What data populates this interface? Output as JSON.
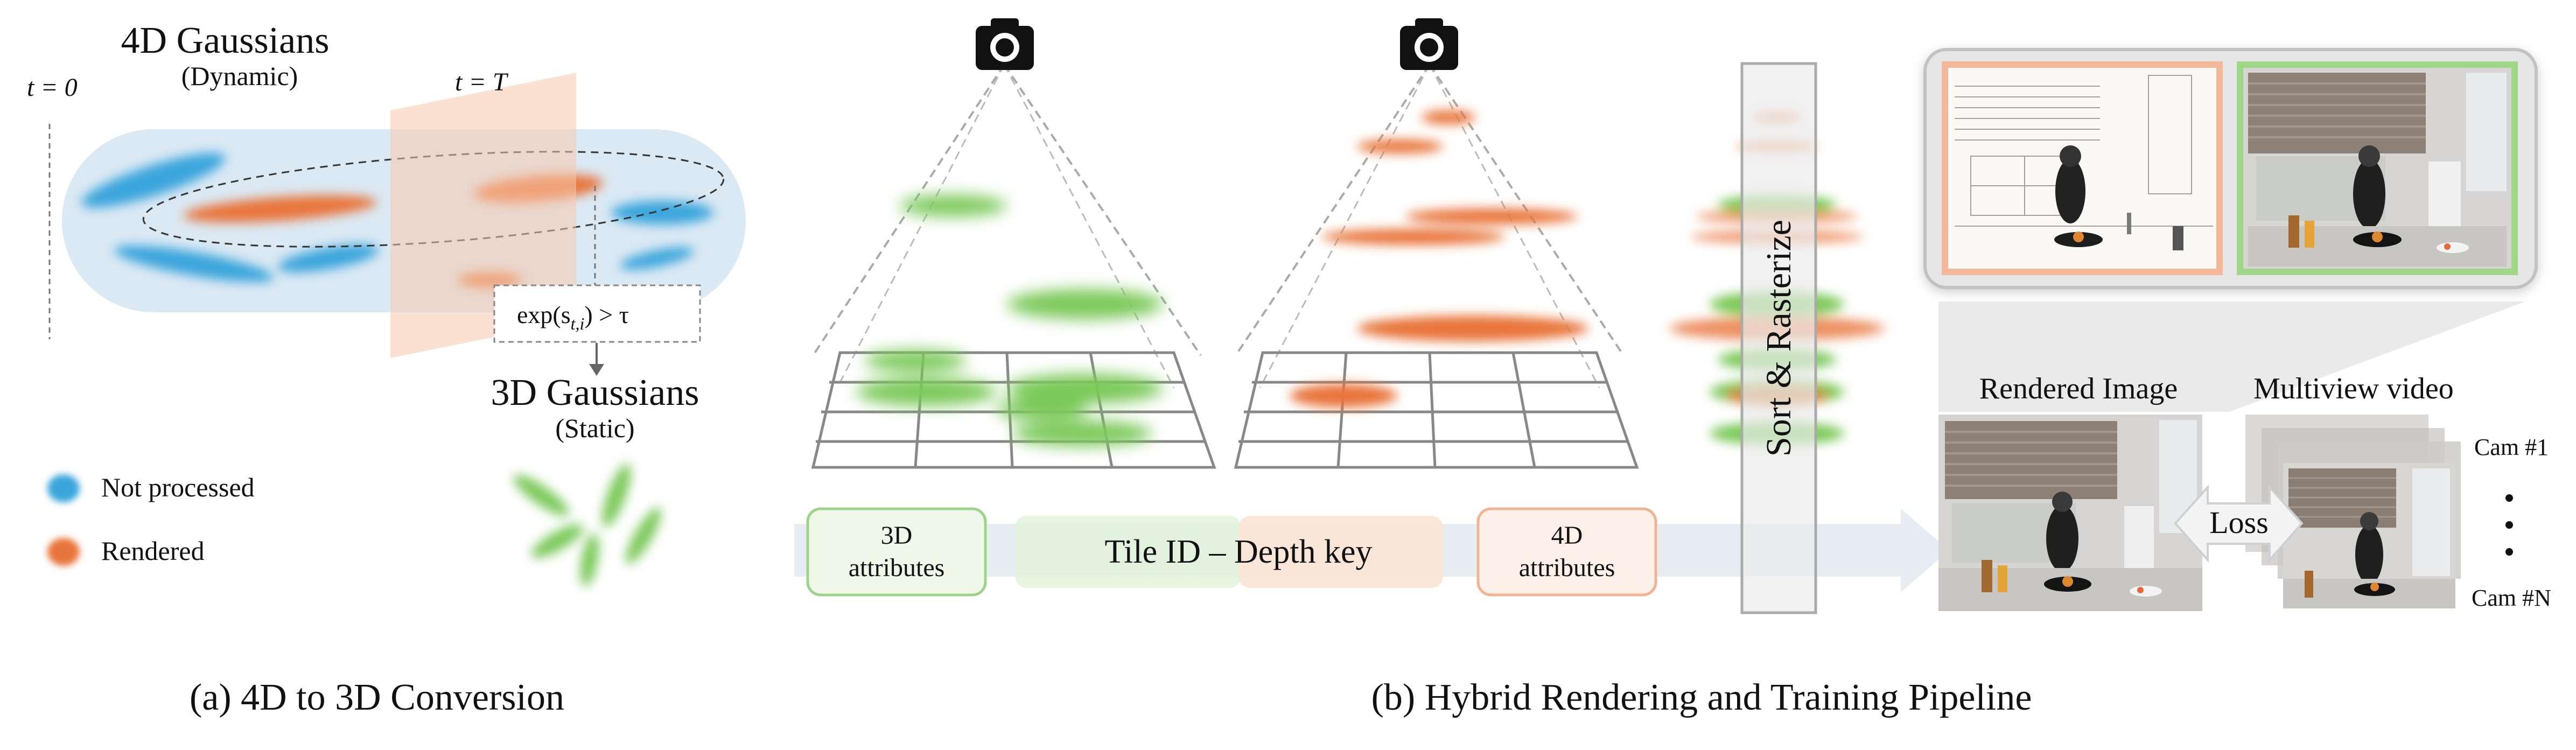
{
  "left": {
    "title": "4D Gaussians",
    "subtitle": "(Dynamic)",
    "t0": "t = 0",
    "tT": "t = T",
    "threshold": "exp(s",
    "threshold_sub": "t,i",
    "threshold_rest": ") > τ",
    "static_title": "3D Gaussians",
    "static_subtitle": "(Static)",
    "legend": [
      {
        "label": "Not processed",
        "color": "#3aa5dc"
      },
      {
        "label": "Rendered",
        "color": "#e8743b"
      }
    ],
    "caption": "(a) 4D to 3D Conversion"
  },
  "right": {
    "sort_label": "Sort & Rasterize",
    "key_3d": [
      "3D",
      "attributes"
    ],
    "key_mid": "Tile ID – Depth key",
    "key_4d": [
      "4D",
      "attributes"
    ],
    "rendered_label": "Rendered Image",
    "multiview_label": "Multiview video",
    "loss_label": "Loss",
    "cam_first": "Cam #1",
    "cam_last": "Cam #N",
    "caption": "(b) Hybrid Rendering and Training  Pipeline"
  },
  "colors": {
    "blue": "#3aa5dc",
    "orange": "#e8743b",
    "green": "#7cc95a",
    "band": "#e6eef3",
    "static_fill": "#dbe9f4"
  }
}
